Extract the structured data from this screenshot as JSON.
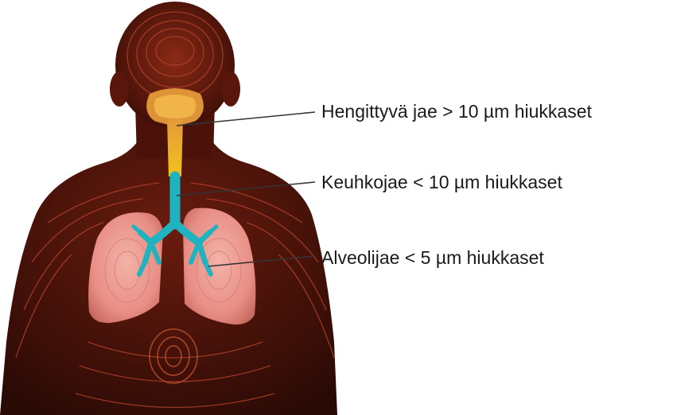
{
  "labels": [
    "Hengittyvä jae > 10 µm hiukkaset",
    "Keuhkojae < 10 µm hiukkaset",
    "Alveolijae < 5 µm hiukkaset"
  ],
  "colors": {
    "body_dark": "#2a0a05",
    "body_red": "#7a2212",
    "body_contour": "#b8452a",
    "lungs": "#e88e86",
    "upper_airway": "#f0b030",
    "trachea_yellow": "#f2c21b",
    "bronchi_teal": "#1fb3bf",
    "leader_line": "#333333"
  },
  "icons": [
    "human-body-illustration"
  ]
}
